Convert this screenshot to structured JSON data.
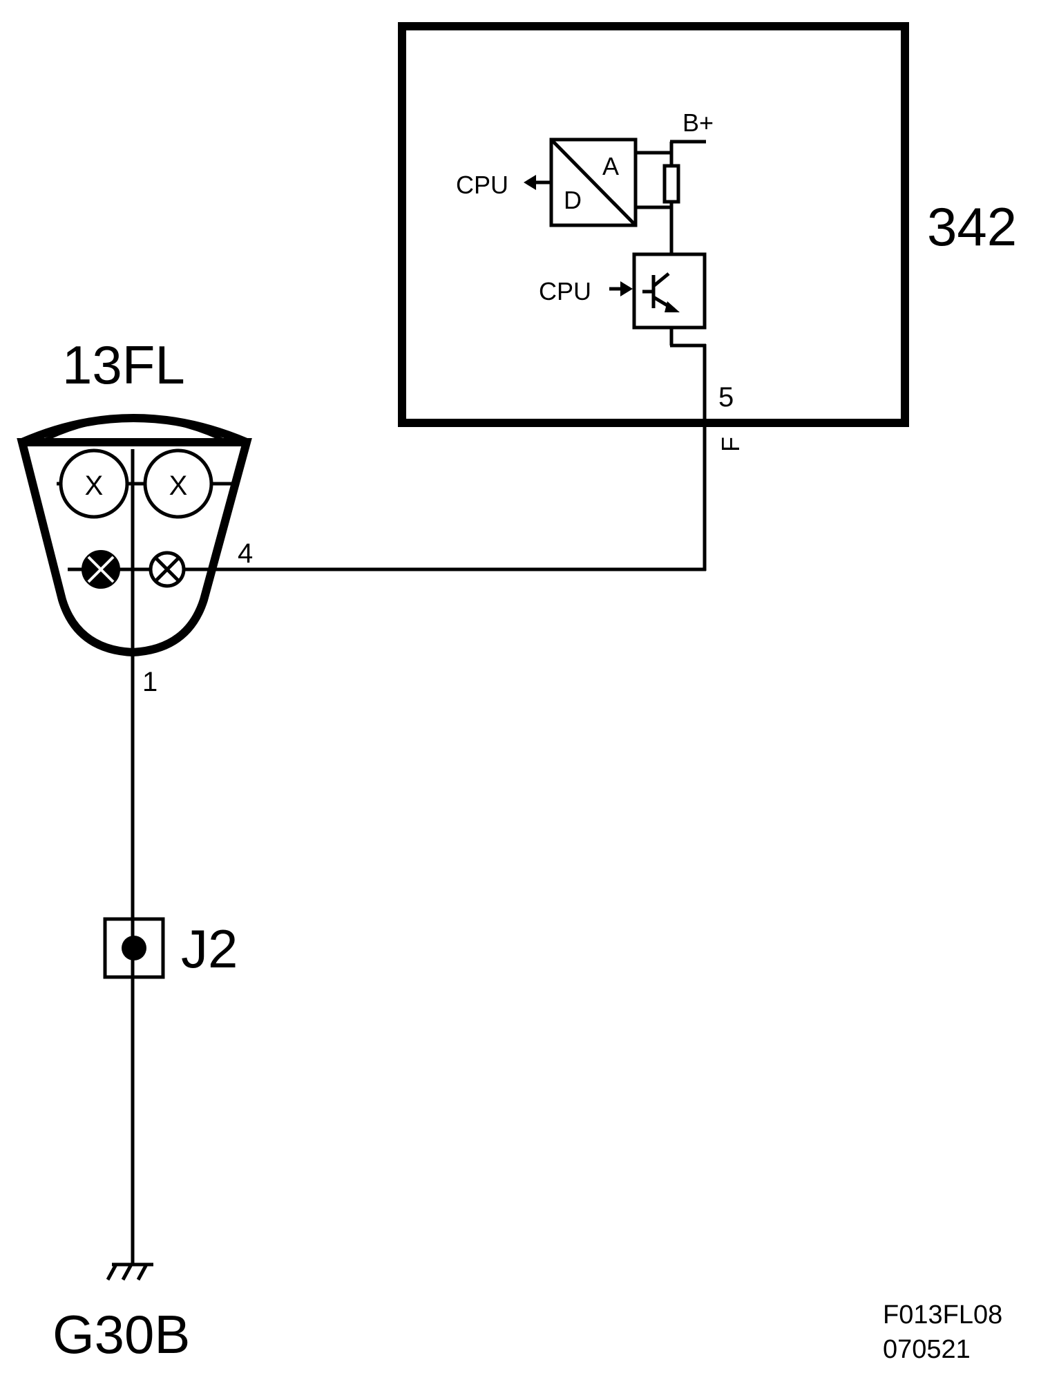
{
  "module": {
    "label": "342"
  },
  "lamp_unit": {
    "label": "13FL"
  },
  "splice": {
    "label": "J2"
  },
  "ground": {
    "label": "G30B"
  },
  "pins": {
    "module_out": "5",
    "connector_side": "F",
    "lamp_in": "4",
    "lamp_ground": "1"
  },
  "internal": {
    "supply": "B+",
    "adc_a": "A",
    "adc_d": "D",
    "cpu_out": "CPU",
    "cpu_in": "CPU",
    "lamp_symbol": "X"
  },
  "drawing": {
    "code": "F013FL08",
    "date": "070521"
  }
}
